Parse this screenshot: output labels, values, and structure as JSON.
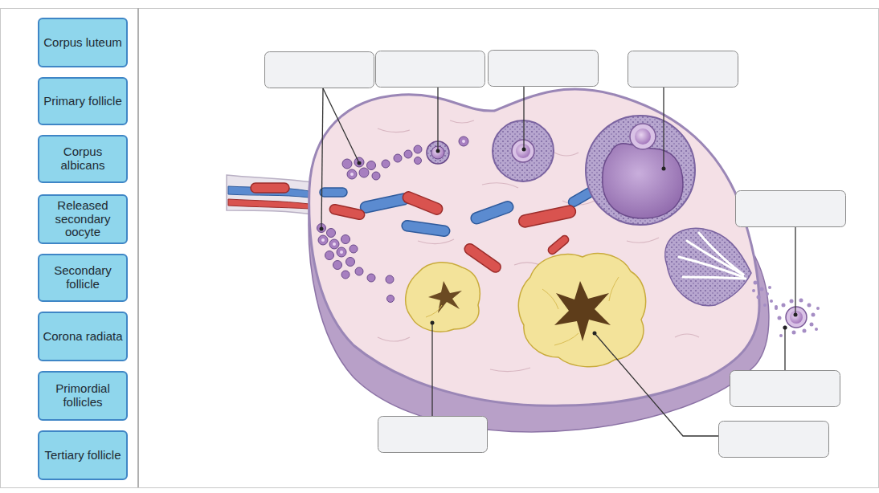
{
  "diagram": {
    "nodes": [
      {
        "text": [
          "Corpus luteum"
        ]
      },
      {
        "text": [
          "Primary follicle"
        ]
      },
      {
        "text": [
          "Corpus albicans"
        ]
      },
      {
        "text": [
          "Released secondary oocyte"
        ]
      },
      {
        "text": [
          "Secondary follicle"
        ]
      },
      {
        "text": [
          "Corona radiata"
        ]
      },
      {
        "text": [
          "Primordial follicles"
        ]
      },
      {
        "text": [
          "Tertiary follicle"
        ]
      }
    ]
  }
}
